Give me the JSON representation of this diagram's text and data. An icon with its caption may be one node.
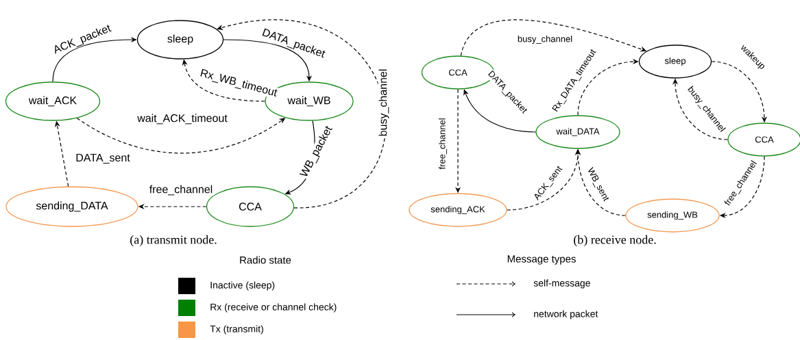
{
  "diagram": {
    "nodes": [
      {
        "text": [
          "sleep"
        ]
      },
      {
        "text": [
          "wait_ACK"
        ]
      },
      {
        "text": [
          "wait_WB"
        ]
      },
      {
        "text": [
          "sending_DATA"
        ]
      },
      {
        "text": [
          "CCA"
        ]
      },
      {
        "text": [
          "CCA"
        ]
      },
      {
        "text": [
          "sleep"
        ]
      },
      {
        "text": [
          "wait_DATA"
        ]
      },
      {
        "text": [
          "CCA"
        ]
      },
      {
        "text": [
          "sending_ACK"
        ]
      },
      {
        "text": [
          "sending_WB"
        ]
      }
    ],
    "edges": [
      {
        "from": 1,
        "to": 0,
        "arrow": "to",
        "label": "ACK_packet"
      },
      {
        "from": 0,
        "to": 2,
        "arrow": "to",
        "label": "DATA_packet"
      },
      {
        "from": 2,
        "to": 0,
        "arrow": "to",
        "label": "Rx_WB_timeout",
        "style": "dashed"
      },
      {
        "from": 1,
        "to": 2,
        "arrow": "to",
        "label": "wait_ACK_timeout",
        "style": "dashed"
      },
      {
        "from": 2,
        "to": 4,
        "arrow": "to",
        "label": "WB_packet"
      },
      {
        "from": 4,
        "to": 3,
        "arrow": "to",
        "label": "free_channel",
        "style": "dashed"
      },
      {
        "from": 3,
        "to": 1,
        "arrow": "to",
        "label": "DATA_sent",
        "style": "dashed"
      },
      {
        "from": 4,
        "to": 0,
        "arrow": "to",
        "label": "busy_channel",
        "style": "dashed"
      },
      {
        "from": 5,
        "to": 6,
        "arrow": "to",
        "label": "busy_channel",
        "style": "dashed"
      },
      {
        "from": 7,
        "to": 5,
        "arrow": "to",
        "label": "DATA_packet"
      },
      {
        "from": 7,
        "to": 6,
        "arrow": "to",
        "label": "Rx_DATA_timeout",
        "style": "dashed"
      },
      {
        "from": 6,
        "to": 8,
        "arrow": "to",
        "label": "wakeup",
        "style": "dashed"
      },
      {
        "from": 8,
        "to": 6,
        "arrow": "to",
        "label": "busy_channel",
        "style": "dashed"
      },
      {
        "from": 8,
        "to": 10,
        "arrow": "to",
        "label": "free_channel",
        "style": "dashed"
      },
      {
        "from": 10,
        "to": 7,
        "arrow": "to",
        "label": "WB_sent",
        "style": "dashed"
      },
      {
        "from": 9,
        "to": 7,
        "arrow": "to",
        "label": "ACK_sent",
        "style": "dashed"
      },
      {
        "from": 5,
        "to": 9,
        "arrow": "to",
        "label": "free_channel",
        "style": "dashed"
      }
    ],
    "labels": [
      "(a) transmit node.",
      "(b) receive node.",
      "Radio state",
      "Message types"
    ],
    "legend": [
      {
        "text": "Inactive (sleep)",
        "color": "#000000"
      },
      {
        "text": "Rx (receive or channel check)",
        "color": "#008000"
      },
      {
        "text": "Tx (transmit)",
        "color": "#f79646"
      },
      {
        "text": "self-message"
      },
      {
        "text": "network packet"
      }
    ]
  }
}
